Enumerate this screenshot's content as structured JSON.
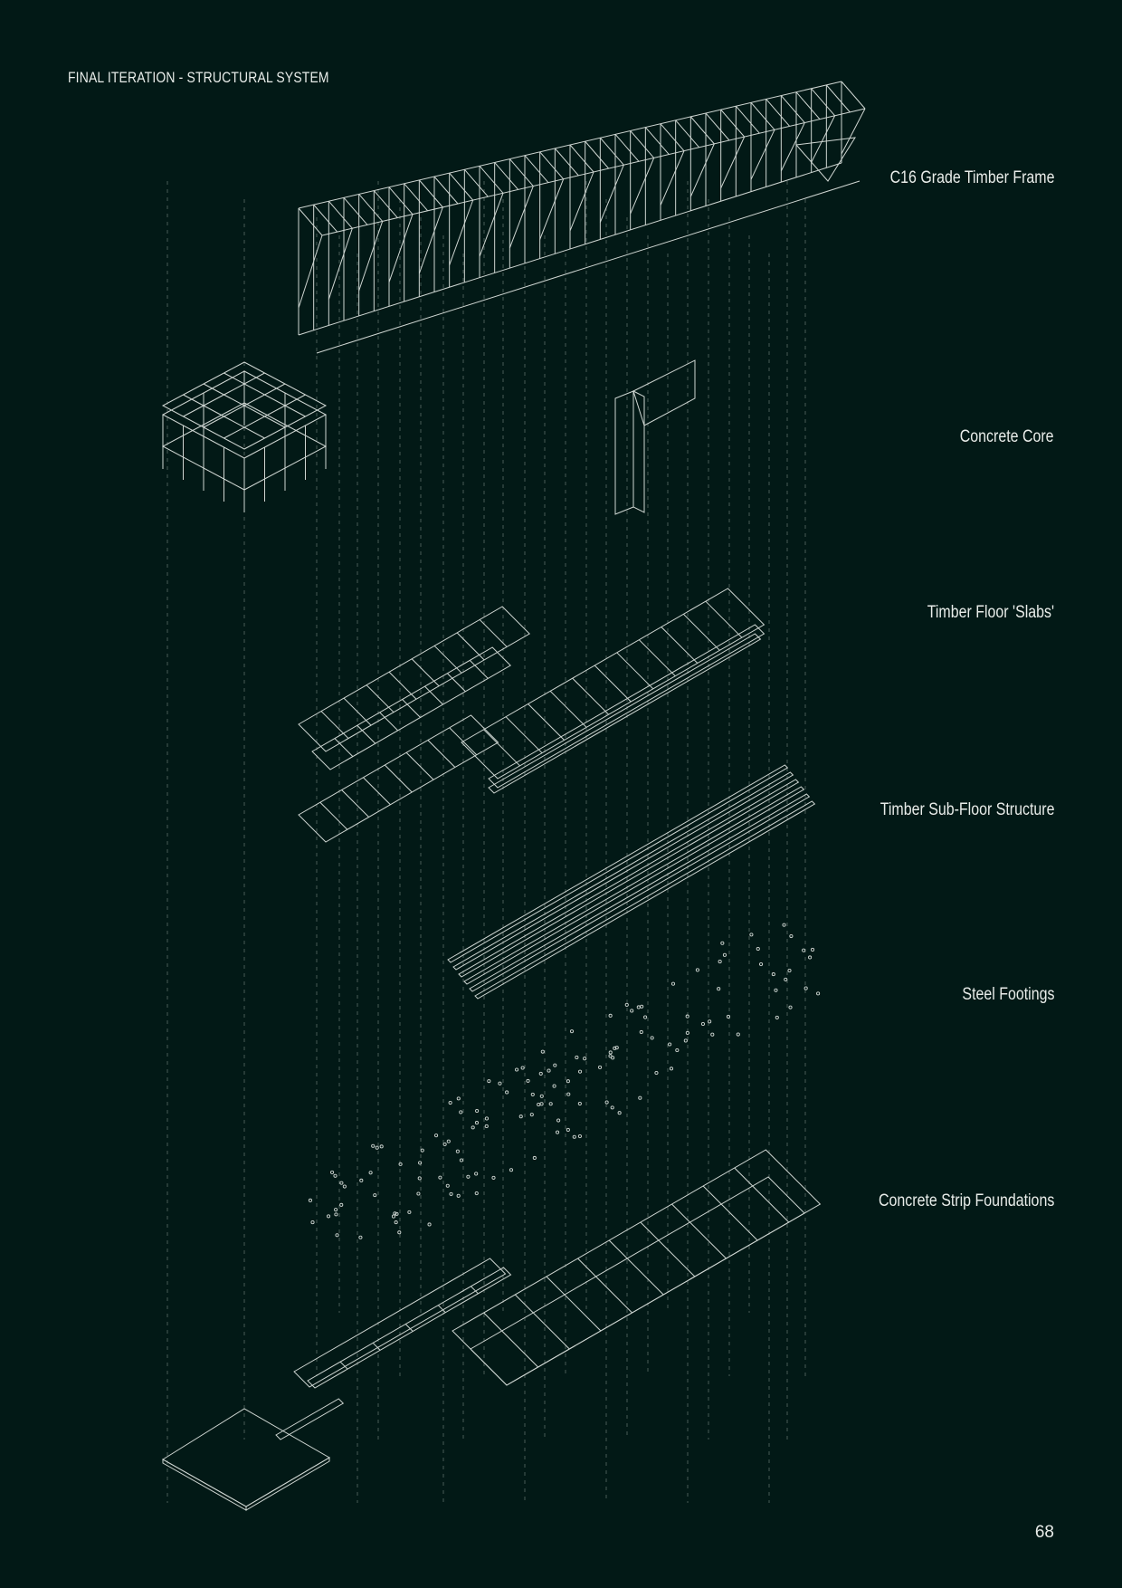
{
  "page": {
    "title": "FINAL ITERATION - STRUCTURAL SYSTEM",
    "page_number": "68"
  },
  "layers": [
    {
      "id": "timber-frame",
      "label": "C16 Grade Timber Frame"
    },
    {
      "id": "concrete-core",
      "label": "Concrete Core"
    },
    {
      "id": "floor-slabs",
      "label": "Timber Floor 'Slabs'"
    },
    {
      "id": "sub-floor",
      "label": "Timber Sub-Floor Structure"
    },
    {
      "id": "steel-footings",
      "label": "Steel Footings"
    },
    {
      "id": "strip-foundations",
      "label": "Concrete Strip Foundations"
    }
  ],
  "colors": {
    "background": "#021916",
    "text": "#e8ece9",
    "linework": "#cfd6d2",
    "guide_lines": "#5a6c66"
  }
}
